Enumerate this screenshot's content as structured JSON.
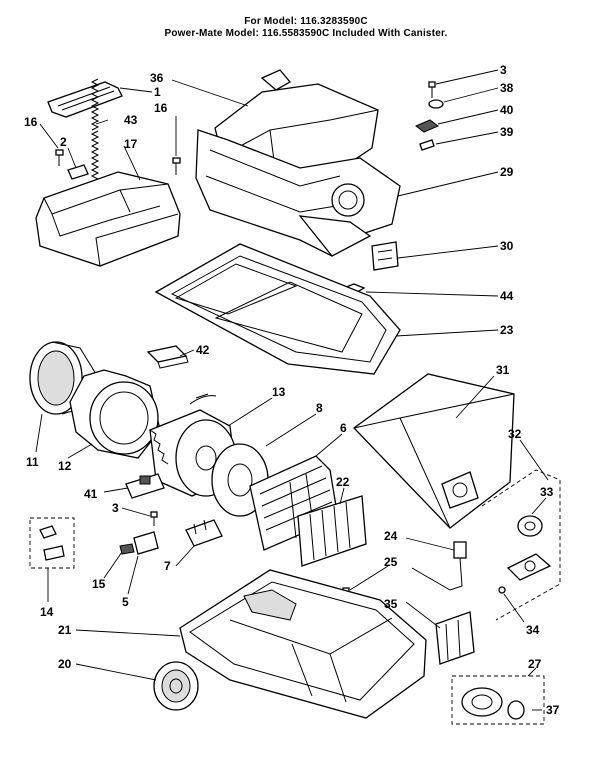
{
  "header": {
    "line1": "For Model: 116.3283590C",
    "line2": "Power-Mate Model: 116.5583590C Included With Canister."
  },
  "labels": {
    "l36": "36",
    "l1": "1",
    "l16a": "16",
    "l16b": "16",
    "l2": "2",
    "l43": "43",
    "l17": "17",
    "l3a": "3",
    "l38": "38",
    "l40": "40",
    "l39": "39",
    "l29": "29",
    "l30": "30",
    "l44": "44",
    "l23": "23",
    "l42": "42",
    "l31": "31",
    "l13": "13",
    "l8": "8",
    "l6": "6",
    "l11": "11",
    "l12": "12",
    "l22": "22",
    "l41": "41",
    "l3b": "3",
    "l32": "32",
    "l33": "33",
    "l7": "7",
    "l24": "24",
    "l15": "15",
    "l5": "5",
    "l25": "25",
    "l14": "14",
    "l35": "35",
    "l34": "34",
    "l21": "21",
    "l20": "20",
    "l27": "27",
    "l37": "37"
  }
}
